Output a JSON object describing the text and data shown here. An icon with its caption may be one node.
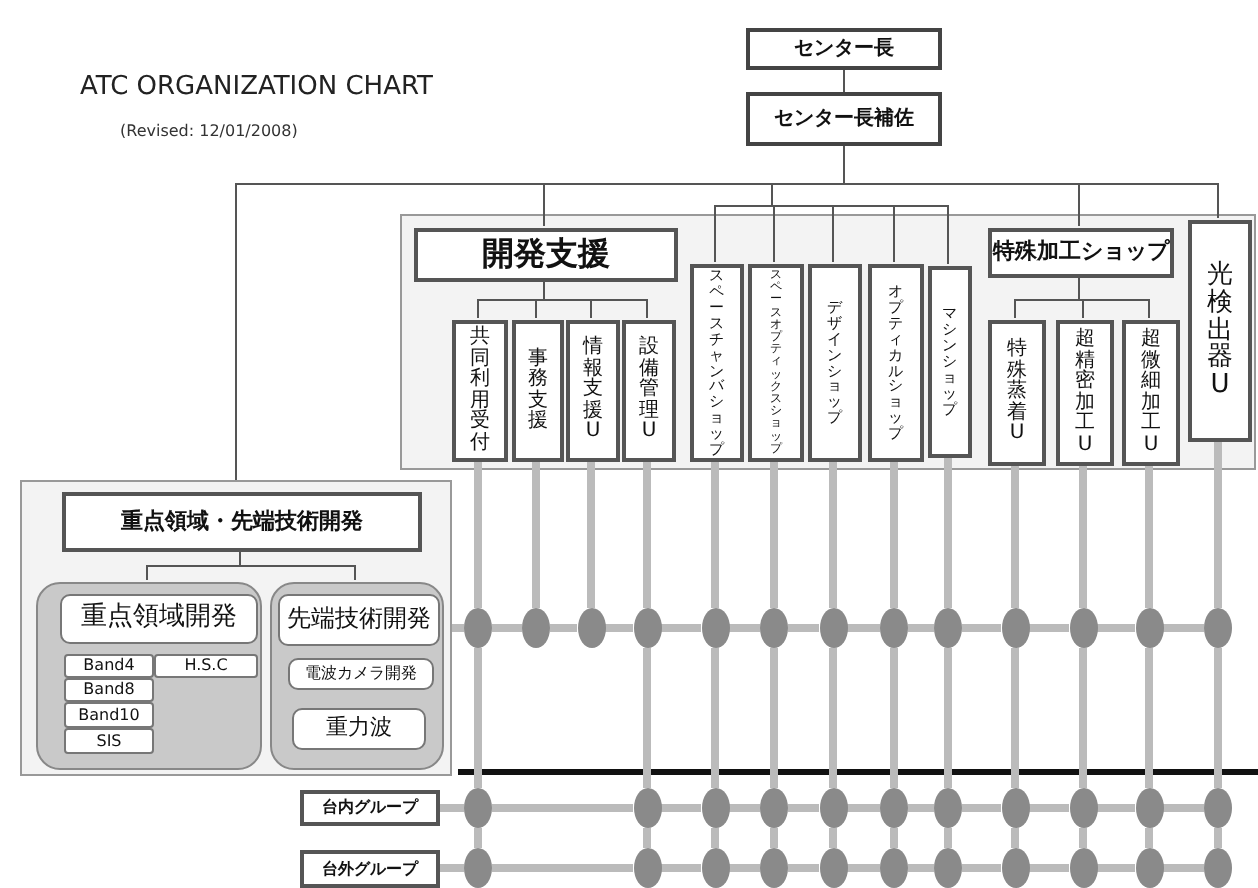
{
  "diagram": {
    "title": "ATC ORGANIZATION CHART",
    "nodes": [
      {
        "text": [
          "センター長"
        ]
      },
      {
        "text": [
          "センター長補佐"
        ]
      },
      {
        "text": [],
        "shape": "box"
      },
      {
        "text": [
          "開発支援"
        ],
        "in": 2
      },
      {
        "text": [
          "共同利用受付"
        ],
        "in": 2
      },
      {
        "text": [
          "事務支援"
        ],
        "in": 2
      },
      {
        "text": [
          "情報支援U"
        ],
        "in": 2
      },
      {
        "text": [
          "設備管理U"
        ],
        "in": 2
      },
      {
        "text": [
          "スペースチャンバショップ"
        ],
        "in": 2
      },
      {
        "text": [
          "スペースオプティックスショップ"
        ],
        "in": 2
      },
      {
        "text": [
          "デザインショップ"
        ],
        "in": 2
      },
      {
        "text": [
          "オプティカルショップ"
        ],
        "in": 2
      },
      {
        "text": [
          "マシンショップ"
        ],
        "in": 2
      },
      {
        "text": [
          "特殊加工ショップ"
        ],
        "in": 2
      },
      {
        "text": [
          "特殊蒸着U"
        ],
        "in": 2
      },
      {
        "text": [
          "超精密加工U"
        ],
        "in": 2
      },
      {
        "text": [
          "超微細加工U"
        ],
        "in": 2
      },
      {
        "text": [
          "光検出器U"
        ],
        "in": 2
      },
      {
        "text": [],
        "shape": "box"
      },
      {
        "text": [
          "重点領域・先端技術開発"
        ],
        "in": 18
      },
      {
        "text": [],
        "shape": "box",
        "in": 18
      },
      {
        "text": [
          "重点領域開発"
        ],
        "in": 20
      },
      {
        "text": [
          "Band4"
        ],
        "in": 20
      },
      {
        "text": [
          "H.S.C"
        ],
        "in": 20
      },
      {
        "text": [
          "Band8"
        ],
        "in": 20
      },
      {
        "text": [
          "Band10"
        ],
        "in": 20
      },
      {
        "text": [
          "SIS"
        ],
        "in": 20
      },
      {
        "text": [],
        "shape": "box",
        "in": 18
      },
      {
        "text": [
          "先端技術開発"
        ],
        "in": 27
      },
      {
        "text": [
          "電波カメラ開発"
        ],
        "in": 27
      },
      {
        "text": [
          "重力波"
        ],
        "in": 27
      },
      {
        "text": [
          "台内グループ"
        ]
      },
      {
        "text": [
          "台外グループ"
        ]
      },
      {
        "text": [],
        "shape": "circle"
      },
      {
        "text": [],
        "shape": "circle"
      },
      {
        "text": [],
        "shape": "circle"
      },
      {
        "text": [],
        "shape": "circle"
      },
      {
        "text": [],
        "shape": "circle"
      },
      {
        "text": [],
        "shape": "circle"
      },
      {
        "text": [],
        "shape": "circle"
      },
      {
        "text": [],
        "shape": "circle"
      },
      {
        "text": [],
        "shape": "circle"
      },
      {
        "text": [],
        "shape": "circle"
      },
      {
        "text": [],
        "shape": "circle"
      },
      {
        "text": [],
        "shape": "circle"
      },
      {
        "text": [],
        "shape": "circle"
      },
      {
        "text": [],
        "shape": "circle"
      },
      {
        "text": [],
        "shape": "circle"
      },
      {
        "text": [],
        "shape": "circle"
      },
      {
        "text": [],
        "shape": "circle"
      },
      {
        "text": [],
        "shape": "circle"
      },
      {
        "text": [],
        "shape": "circle"
      },
      {
        "text": [],
        "shape": "circle"
      },
      {
        "text": [],
        "shape": "circle"
      },
      {
        "text": [],
        "shape": "circle"
      },
      {
        "text": [],
        "shape": "circle"
      },
      {
        "text": [],
        "shape": "circle"
      },
      {
        "text": [],
        "shape": "circle"
      },
      {
        "text": [],
        "shape": "circle"
      },
      {
        "text": [],
        "shape": "circle"
      },
      {
        "text": [],
        "shape": "circle"
      },
      {
        "text": [],
        "shape": "circle"
      },
      {
        "text": [],
        "shape": "circle"
      },
      {
        "text": [],
        "shape": "circle"
      },
      {
        "text": [],
        "shape": "circle"
      },
      {
        "text": [],
        "shape": "circle"
      },
      {
        "text": [],
        "shape": "circle"
      },
      {
        "text": [],
        "shape": "circle"
      }
    ],
    "edges": [
      {
        "from": 0,
        "to": 1,
        "arrow": "none",
        "color": "#555555"
      },
      {
        "from": 1,
        "to": 18,
        "arrow": "none",
        "color": "#555555"
      },
      {
        "from": 1,
        "to": 3,
        "arrow": "none",
        "color": "#555555"
      },
      {
        "from": 1,
        "to": 8,
        "arrow": "none",
        "color": "#555555"
      },
      {
        "from": 1,
        "to": 9,
        "arrow": "none",
        "color": "#555555"
      },
      {
        "from": 1,
        "to": 10,
        "arrow": "none",
        "color": "#555555"
      },
      {
        "from": 1,
        "to": 11,
        "arrow": "none",
        "color": "#555555"
      },
      {
        "from": 1,
        "to": 12,
        "arrow": "none",
        "color": "#555555"
      },
      {
        "from": 1,
        "to": 13,
        "arrow": "none",
        "color": "#555555"
      },
      {
        "from": 1,
        "to": 17,
        "arrow": "none",
        "color": "#555555"
      },
      {
        "from": 3,
        "to": 4,
        "arrow": "none",
        "color": "#555555"
      },
      {
        "from": 3,
        "to": 5,
        "arrow": "none",
        "color": "#555555"
      },
      {
        "from": 3,
        "to": 6,
        "arrow": "none",
        "color": "#555555"
      },
      {
        "from": 3,
        "to": 7,
        "arrow": "none",
        "color": "#555555"
      },
      {
        "from": 13,
        "to": 14,
        "arrow": "none",
        "color": "#555555"
      },
      {
        "from": 13,
        "to": 15,
        "arrow": "none",
        "color": "#555555"
      },
      {
        "from": 13,
        "to": 16,
        "arrow": "none",
        "color": "#555555"
      },
      {
        "from": 19,
        "to": 20,
        "arrow": "none",
        "color": "#555555"
      },
      {
        "from": 19,
        "to": 27,
        "arrow": "none",
        "color": "#555555"
      },
      {
        "from": 4,
        "to": 33,
        "arrow": "none"
      },
      {
        "from": 33,
        "to": 46,
        "arrow": "none"
      },
      {
        "from": 46,
        "to": 57,
        "arrow": "none"
      },
      {
        "from": 5,
        "to": 34,
        "arrow": "none"
      },
      {
        "from": 6,
        "to": 35,
        "arrow": "none"
      },
      {
        "from": 7,
        "to": 36,
        "arrow": "none"
      },
      {
        "from": 36,
        "to": 47,
        "arrow": "none"
      },
      {
        "from": 47,
        "to": 58,
        "arrow": "none"
      },
      {
        "from": 8,
        "to": 37,
        "arrow": "none"
      },
      {
        "from": 37,
        "to": 48,
        "arrow": "none"
      },
      {
        "from": 48,
        "to": 59,
        "arrow": "none"
      },
      {
        "from": 9,
        "to": 38,
        "arrow": "none"
      },
      {
        "from": 38,
        "to": 49,
        "arrow": "none"
      },
      {
        "from": 49,
        "to": 60,
        "arrow": "none"
      },
      {
        "from": 10,
        "to": 39,
        "arrow": "none"
      },
      {
        "from": 39,
        "to": 50,
        "arrow": "none"
      },
      {
        "from": 50,
        "to": 61,
        "arrow": "none"
      },
      {
        "from": 11,
        "to": 40,
        "arrow": "none"
      },
      {
        "from": 40,
        "to": 51,
        "arrow": "none"
      },
      {
        "from": 51,
        "to": 62,
        "arrow": "none"
      },
      {
        "from": 12,
        "to": 41,
        "arrow": "none"
      },
      {
        "from": 41,
        "to": 52,
        "arrow": "none"
      },
      {
        "from": 52,
        "to": 63,
        "arrow": "none"
      },
      {
        "from": 14,
        "to": 42,
        "arrow": "none"
      },
      {
        "from": 42,
        "to": 53,
        "arrow": "none"
      },
      {
        "from": 53,
        "to": 64,
        "arrow": "none"
      },
      {
        "from": 15,
        "to": 43,
        "arrow": "none"
      },
      {
        "from": 43,
        "to": 54,
        "arrow": "none"
      },
      {
        "from": 54,
        "to": 65,
        "arrow": "none"
      },
      {
        "from": 16,
        "to": 44,
        "arrow": "none"
      },
      {
        "from": 44,
        "to": 55,
        "arrow": "none"
      },
      {
        "from": 55,
        "to": 66,
        "arrow": "none"
      },
      {
        "from": 17,
        "to": 45,
        "arrow": "none"
      },
      {
        "from": 45,
        "to": 56,
        "arrow": "none"
      },
      {
        "from": 56,
        "to": 67,
        "arrow": "none"
      },
      {
        "from": 18,
        "to": 33,
        "arrow": "none"
      },
      {
        "from": 33,
        "to": 34,
        "arrow": "none"
      },
      {
        "from": 34,
        "to": 35,
        "arrow": "none"
      },
      {
        "from": 35,
        "to": 36,
        "arrow": "none"
      },
      {
        "from": 36,
        "to": 37,
        "arrow": "none"
      },
      {
        "from": 37,
        "to": 38,
        "arrow": "none"
      },
      {
        "from": 38,
        "to": 39,
        "arrow": "none"
      },
      {
        "from": 39,
        "to": 40,
        "arrow": "none"
      },
      {
        "from": 40,
        "to": 41,
        "arrow": "none"
      },
      {
        "from": 41,
        "to": 42,
        "arrow": "none"
      },
      {
        "from": 42,
        "to": 43,
        "arrow": "none"
      },
      {
        "from": 43,
        "to": 44,
        "arrow": "none"
      },
      {
        "from": 44,
        "to": 45,
        "arrow": "none"
      },
      {
        "from": 31,
        "to": 46,
        "arrow": "none"
      },
      {
        "from": 46,
        "to": 47,
        "arrow": "none"
      },
      {
        "from": 47,
        "to": 48,
        "arrow": "none"
      },
      {
        "from": 48,
        "to": 49,
        "arrow": "none"
      },
      {
        "from": 49,
        "to": 50,
        "arrow": "none"
      },
      {
        "from": 50,
        "to": 51,
        "arrow": "none"
      },
      {
        "from": 51,
        "to": 52,
        "arrow": "none"
      },
      {
        "from": 52,
        "to": 53,
        "arrow": "none"
      },
      {
        "from": 53,
        "to": 54,
        "arrow": "none"
      },
      {
        "from": 54,
        "to": 55,
        "arrow": "none"
      },
      {
        "from": 55,
        "to": 56,
        "arrow": "none"
      },
      {
        "from": 32,
        "to": 57,
        "arrow": "none"
      },
      {
        "from": 57,
        "to": 58,
        "arrow": "none"
      },
      {
        "from": 58,
        "to": 59,
        "arrow": "none"
      },
      {
        "from": 59,
        "to": 60,
        "arrow": "none"
      },
      {
        "from": 60,
        "to": 61,
        "arrow": "none"
      },
      {
        "from": 61,
        "to": 62,
        "arrow": "none"
      },
      {
        "from": 62,
        "to": 63,
        "arrow": "none"
      },
      {
        "from": 63,
        "to": 64,
        "arrow": "none"
      },
      {
        "from": 64,
        "to": 65,
        "arrow": "none"
      },
      {
        "from": 65,
        "to": 66,
        "arrow": "none"
      },
      {
        "from": 66,
        "to": 67,
        "arrow": "none"
      }
    ],
    "labels": [
      "(Revised: 12/01/2008)"
    ]
  }
}
